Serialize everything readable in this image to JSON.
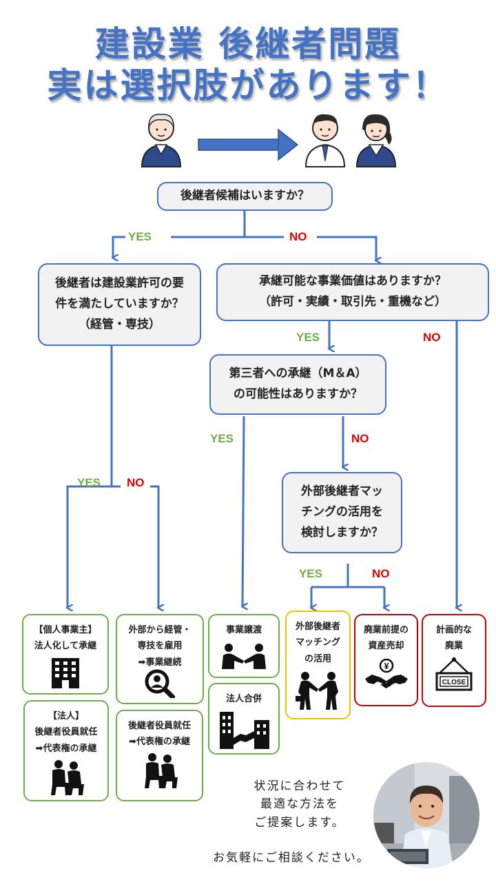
{
  "title": {
    "line1": "建設業 後継者問題",
    "line2": "実は選択肢があります！"
  },
  "questions": {
    "q1": "後継者候補はいますか？",
    "q2": [
      "後継者は建設業許可の要",
      "件を満たしていますか？",
      "（経管・専技）"
    ],
    "q3": [
      "承継可能な事業価値はありますか？",
      "（許可・実績・取引先・重機など）"
    ],
    "q4": [
      "第三者への承継（M＆A）",
      "の可能性はありますか？"
    ],
    "q5": [
      "外部後継者マッ",
      "チングの活用を",
      "検討しますか？"
    ]
  },
  "labels": {
    "yes": "YES",
    "no": "NO"
  },
  "results": {
    "r1": [
      "【個人事業主】",
      "法人化して承継"
    ],
    "r2": [
      "【法人】",
      "後継者役員就任",
      "➡代表権の承継"
    ],
    "r3": [
      "外部から経管・",
      "専技を雇用",
      "➡事業継続"
    ],
    "r4": [
      "後継者役員就任",
      "➡代表権の承継"
    ],
    "r5": [
      "事業譲渡"
    ],
    "r6": [
      "法人合併"
    ],
    "r7": [
      "外部後継者",
      "マッチング",
      "の活用"
    ],
    "r8": [
      "廃業前提の",
      "資産売却"
    ],
    "r9": [
      "計画的な",
      "廃業"
    ],
    "close_sign": "CLOSE",
    "yen_sign": "¥"
  },
  "closing": {
    "lines": [
      "状況に合わせて",
      "最適な方法を",
      "ご提案します。"
    ],
    "line4": "お気軽にご相談ください。"
  },
  "colors": {
    "accent": "#4472c4",
    "yes": "#70ad47",
    "no": "#e00000",
    "red_border": "#c00000",
    "yellow_border": "#f0c000"
  }
}
